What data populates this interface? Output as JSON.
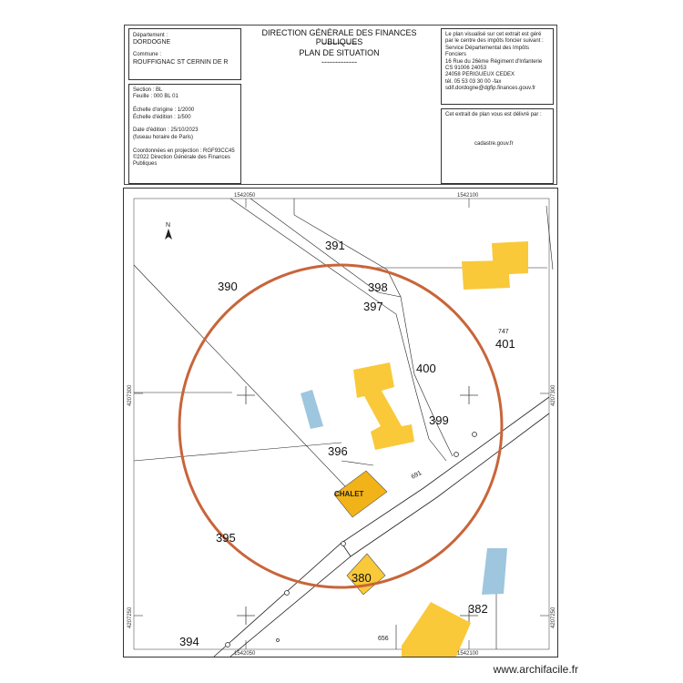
{
  "header": {
    "dept_label": "Département :",
    "dept_value": "DORDOGNE",
    "commune_label": "Commune :",
    "commune_value": "ROUFFIGNAC ST CERNIN DE R",
    "title_main": "DIRECTION GÉNÉRALE DES FINANCES PUBLIQUES",
    "dashes": "-------------",
    "title_sub": "PLAN DE SITUATION",
    "service_lines": [
      "Le plan visualisé sur cet extrait est géré",
      "par le centre des impôts foncier suivant :",
      "Service Départemental des Impôts",
      "Fonciers",
      "16 Rue du 26ème Régiment d'Infanterie",
      "CS 91006 24053",
      "24058 PERIGUEUX CEDEX",
      "tél. 05 53 03 30 00 -fax",
      "sdif.dordogne@dgfip.finances.gouv.fr"
    ],
    "info_lines": [
      "Section : BL",
      "Feuille : 000 BL 01",
      "",
      "Échelle d'origine : 1/2000",
      "Échelle d'édition : 1/500",
      "",
      "Date d'édition : 25/10/2023",
      "(fuseau horaire de Paris)",
      "",
      "Coordonnées en projection : RGF93CC45",
      "©2022 Direction Générale des Finances",
      "Publiques"
    ],
    "delivered_label": "Cet extrait de plan vous est délivré par :",
    "delivered_value": "cadastre.gouv.fr"
  },
  "map": {
    "parcels": [
      "391",
      "390",
      "398",
      "397",
      "401",
      "400",
      "399",
      "396",
      "395",
      "380",
      "382",
      "394"
    ],
    "small_labels": [
      "747",
      "691",
      "656"
    ],
    "building_label": "CHALET",
    "coord_top_left": "1542050",
    "coord_top_right": "1542100",
    "coord_bottom_left": "1542050",
    "coord_bottom_right": "1542100",
    "coord_left_mid": "4207300",
    "coord_right_mid": "4207300",
    "coord_left_bottom": "4207250",
    "coord_right_bottom": "4207250",
    "north": "N",
    "colors": {
      "built": "#f9c93a",
      "chalet": "#f2b318",
      "water": "#9ec6de",
      "circle": "#c8653a"
    }
  },
  "footer": {
    "watermark": "www.archifacile.fr"
  }
}
